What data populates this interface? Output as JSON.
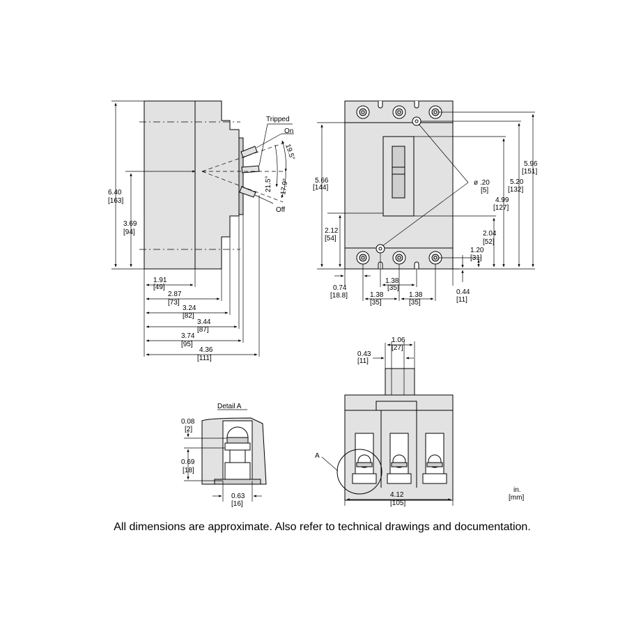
{
  "side_view": {
    "labels": {
      "tripped": "Tripped",
      "on": "On",
      "off": "Off"
    },
    "angles": {
      "a1": "19.5°",
      "a2": "21.5°",
      "a3": "17.9°"
    },
    "dims": {
      "h640": [
        "6.40",
        "[163]"
      ],
      "h369": [
        "3.69",
        "[94]"
      ],
      "w191": [
        "1.91",
        "[49]"
      ],
      "w287": [
        "2.87",
        "[73]"
      ],
      "w324": [
        "3.24",
        "[82]"
      ],
      "w344": [
        "3.44",
        "[87]"
      ],
      "w374": [
        "3.74",
        "[95]"
      ],
      "w436": [
        "4.36",
        "[111]"
      ]
    }
  },
  "front_view": {
    "dims": {
      "h566": [
        "5.66",
        "[144]"
      ],
      "h212": [
        "2.12",
        "[54]"
      ],
      "d074": [
        "0.74",
        "[18.8]"
      ],
      "p138top": [
        "1.38",
        "[35]"
      ],
      "p138l": [
        "1.38",
        "[35]"
      ],
      "p138r": [
        "1.38",
        "[35]"
      ],
      "d044": [
        "0.44",
        "[11]"
      ],
      "h120": [
        "1.20",
        "[31]"
      ],
      "h204": [
        "2.04",
        "[52]"
      ],
      "h499": [
        "4.99",
        "[127]"
      ],
      "h520": [
        "5.20",
        "[132]"
      ],
      "h596": [
        "5.96",
        "[151]"
      ],
      "hole": [
        "ø .20",
        "[5]"
      ]
    }
  },
  "bottom_view": {
    "dims": {
      "w106": [
        "1.06",
        "[27]"
      ],
      "w043": [
        "0.43",
        "[11]"
      ],
      "w412": [
        "4.12",
        "[105]"
      ]
    },
    "callout": "A"
  },
  "detail_a": {
    "title": "Detail A",
    "dims": {
      "h008": [
        "0.08",
        "[2]"
      ],
      "h069": [
        "0.69",
        "[18]"
      ],
      "w063": [
        "0.63",
        "[16]"
      ]
    }
  },
  "units": [
    "in.",
    "[mm]"
  ],
  "footnote": "All dimensions are approximate.  Also refer to technical drawings and documentation."
}
